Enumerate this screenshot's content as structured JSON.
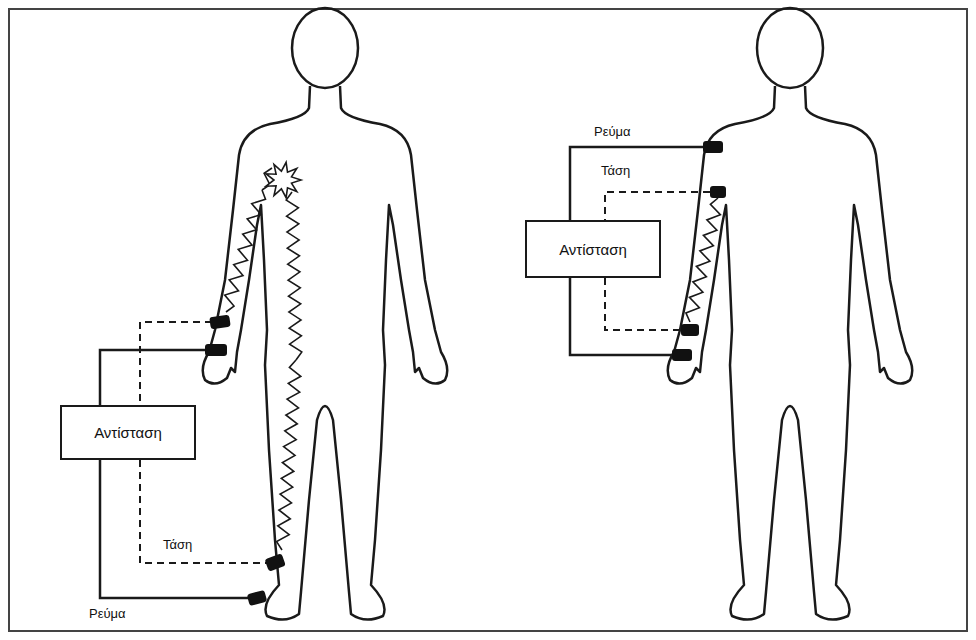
{
  "diagram": {
    "nodes": [
      {
        "text": [
          "Αντίσταση"
        ]
      },
      {
        "text": [
          "Αντίσταση"
        ]
      }
    ],
    "labels": [
      "Τάση",
      "Ρεύμα",
      "Ρεύμα",
      "Τάση"
    ]
  }
}
